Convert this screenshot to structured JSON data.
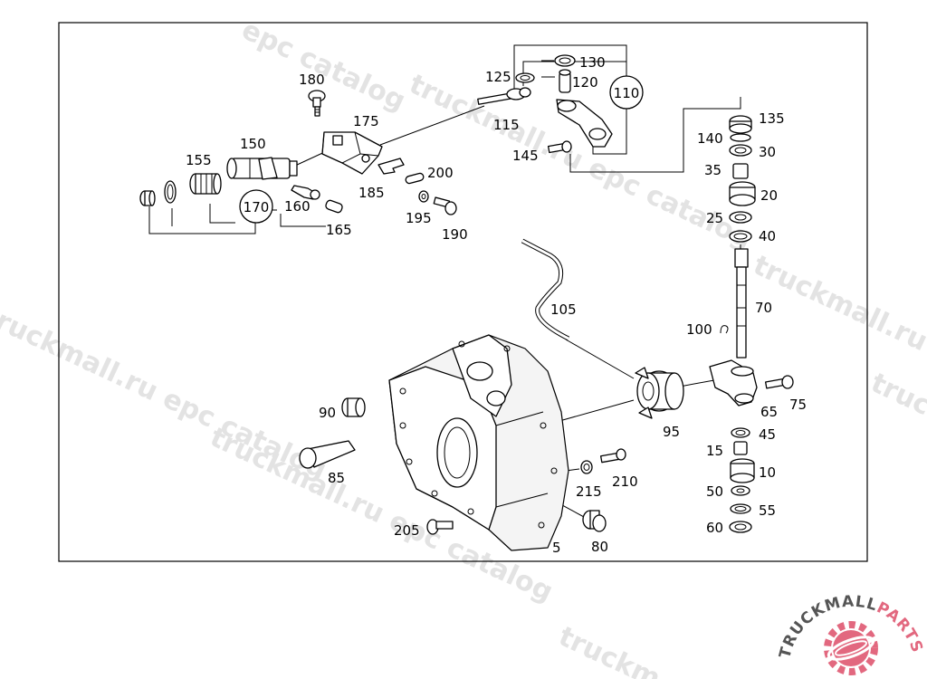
{
  "watermark": {
    "text": "truckmall.ru epc catalog",
    "fragments": [
      "epc catalog",
      "truckmall.ru epc catalog",
      "truckmall.ru epc catalog",
      "truckmall.ru epc catalog",
      "truckmall.ru epc catalog",
      "truckmall.ru epc catalog",
      "truckm"
    ],
    "color": "#e3e3e3"
  },
  "labels": {
    "p5": "5",
    "p10": "10",
    "p15": "15",
    "p20": "20",
    "p25": "25",
    "p30": "30",
    "p35": "35",
    "p40": "40",
    "p45": "45",
    "p50": "50",
    "p55": "55",
    "p60": "60",
    "p65": "65",
    "p70": "70",
    "p75": "75",
    "p80": "80",
    "p85": "85",
    "p90": "90",
    "p95": "95",
    "p100": "100",
    "p105": "105",
    "p110": "110",
    "p115": "115",
    "p120": "120",
    "p125": "125",
    "p130": "130",
    "p135": "135",
    "p140": "140",
    "p145": "145",
    "p150": "150",
    "p155": "155",
    "p160": "160",
    "p165": "165",
    "p170": "170",
    "p175": "175",
    "p180": "180",
    "p185": "185",
    "p190": "190",
    "p195": "195",
    "p200": "200",
    "p205": "205",
    "p210": "210",
    "p215": "215"
  },
  "logo": {
    "brand_dark": "TRUCKMALL",
    "brand_accent": "PARTS",
    "dark_color": "#555555",
    "accent_color": "#e2687f"
  }
}
